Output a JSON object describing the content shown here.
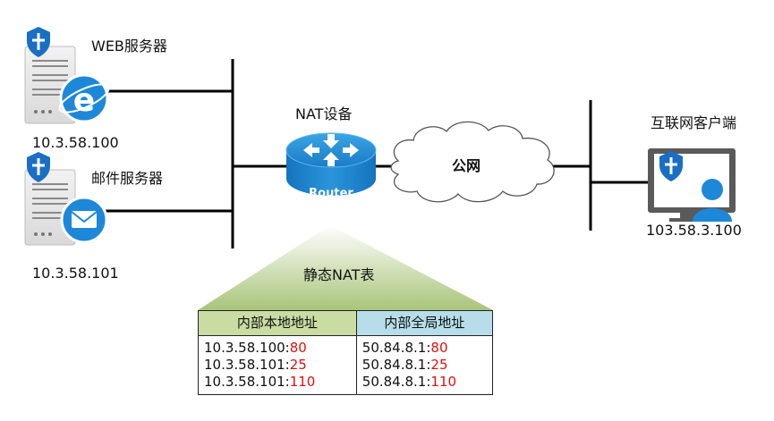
{
  "labels": {
    "web_server": "WEB服务器",
    "mail_server": "邮件服务器",
    "nat_device": "NAT设备",
    "router_text": "Router",
    "public_net": "公网",
    "internet_client": "互联网客户端",
    "static_nat_table": "静态NAT表"
  },
  "ips": {
    "web_server": "10.3.58.100",
    "mail_server": "10.3.58.101",
    "client": "103.58.3.100"
  },
  "nat_table": {
    "headers": [
      "内部本地地址",
      "内部全局地址"
    ],
    "rows": [
      {
        "local_ip": "10.3.58.100:",
        "local_port": "80",
        "global_ip": "50.84.8.1:",
        "global_port": "80"
      },
      {
        "local_ip": "10.3.58.101:",
        "local_port": "25",
        "global_ip": "50.84.8.1:",
        "global_port": "25"
      },
      {
        "local_ip": "10.3.58.101:",
        "local_port": "110",
        "global_ip": "50.84.8.1:",
        "global_port": "110"
      }
    ]
  },
  "colors": {
    "header_left": "#c9dca2",
    "header_right": "#b6dde9",
    "port_red": "#e01010",
    "router_blue": "#1f8fd6",
    "icon_blue": "#1a6fc4"
  }
}
